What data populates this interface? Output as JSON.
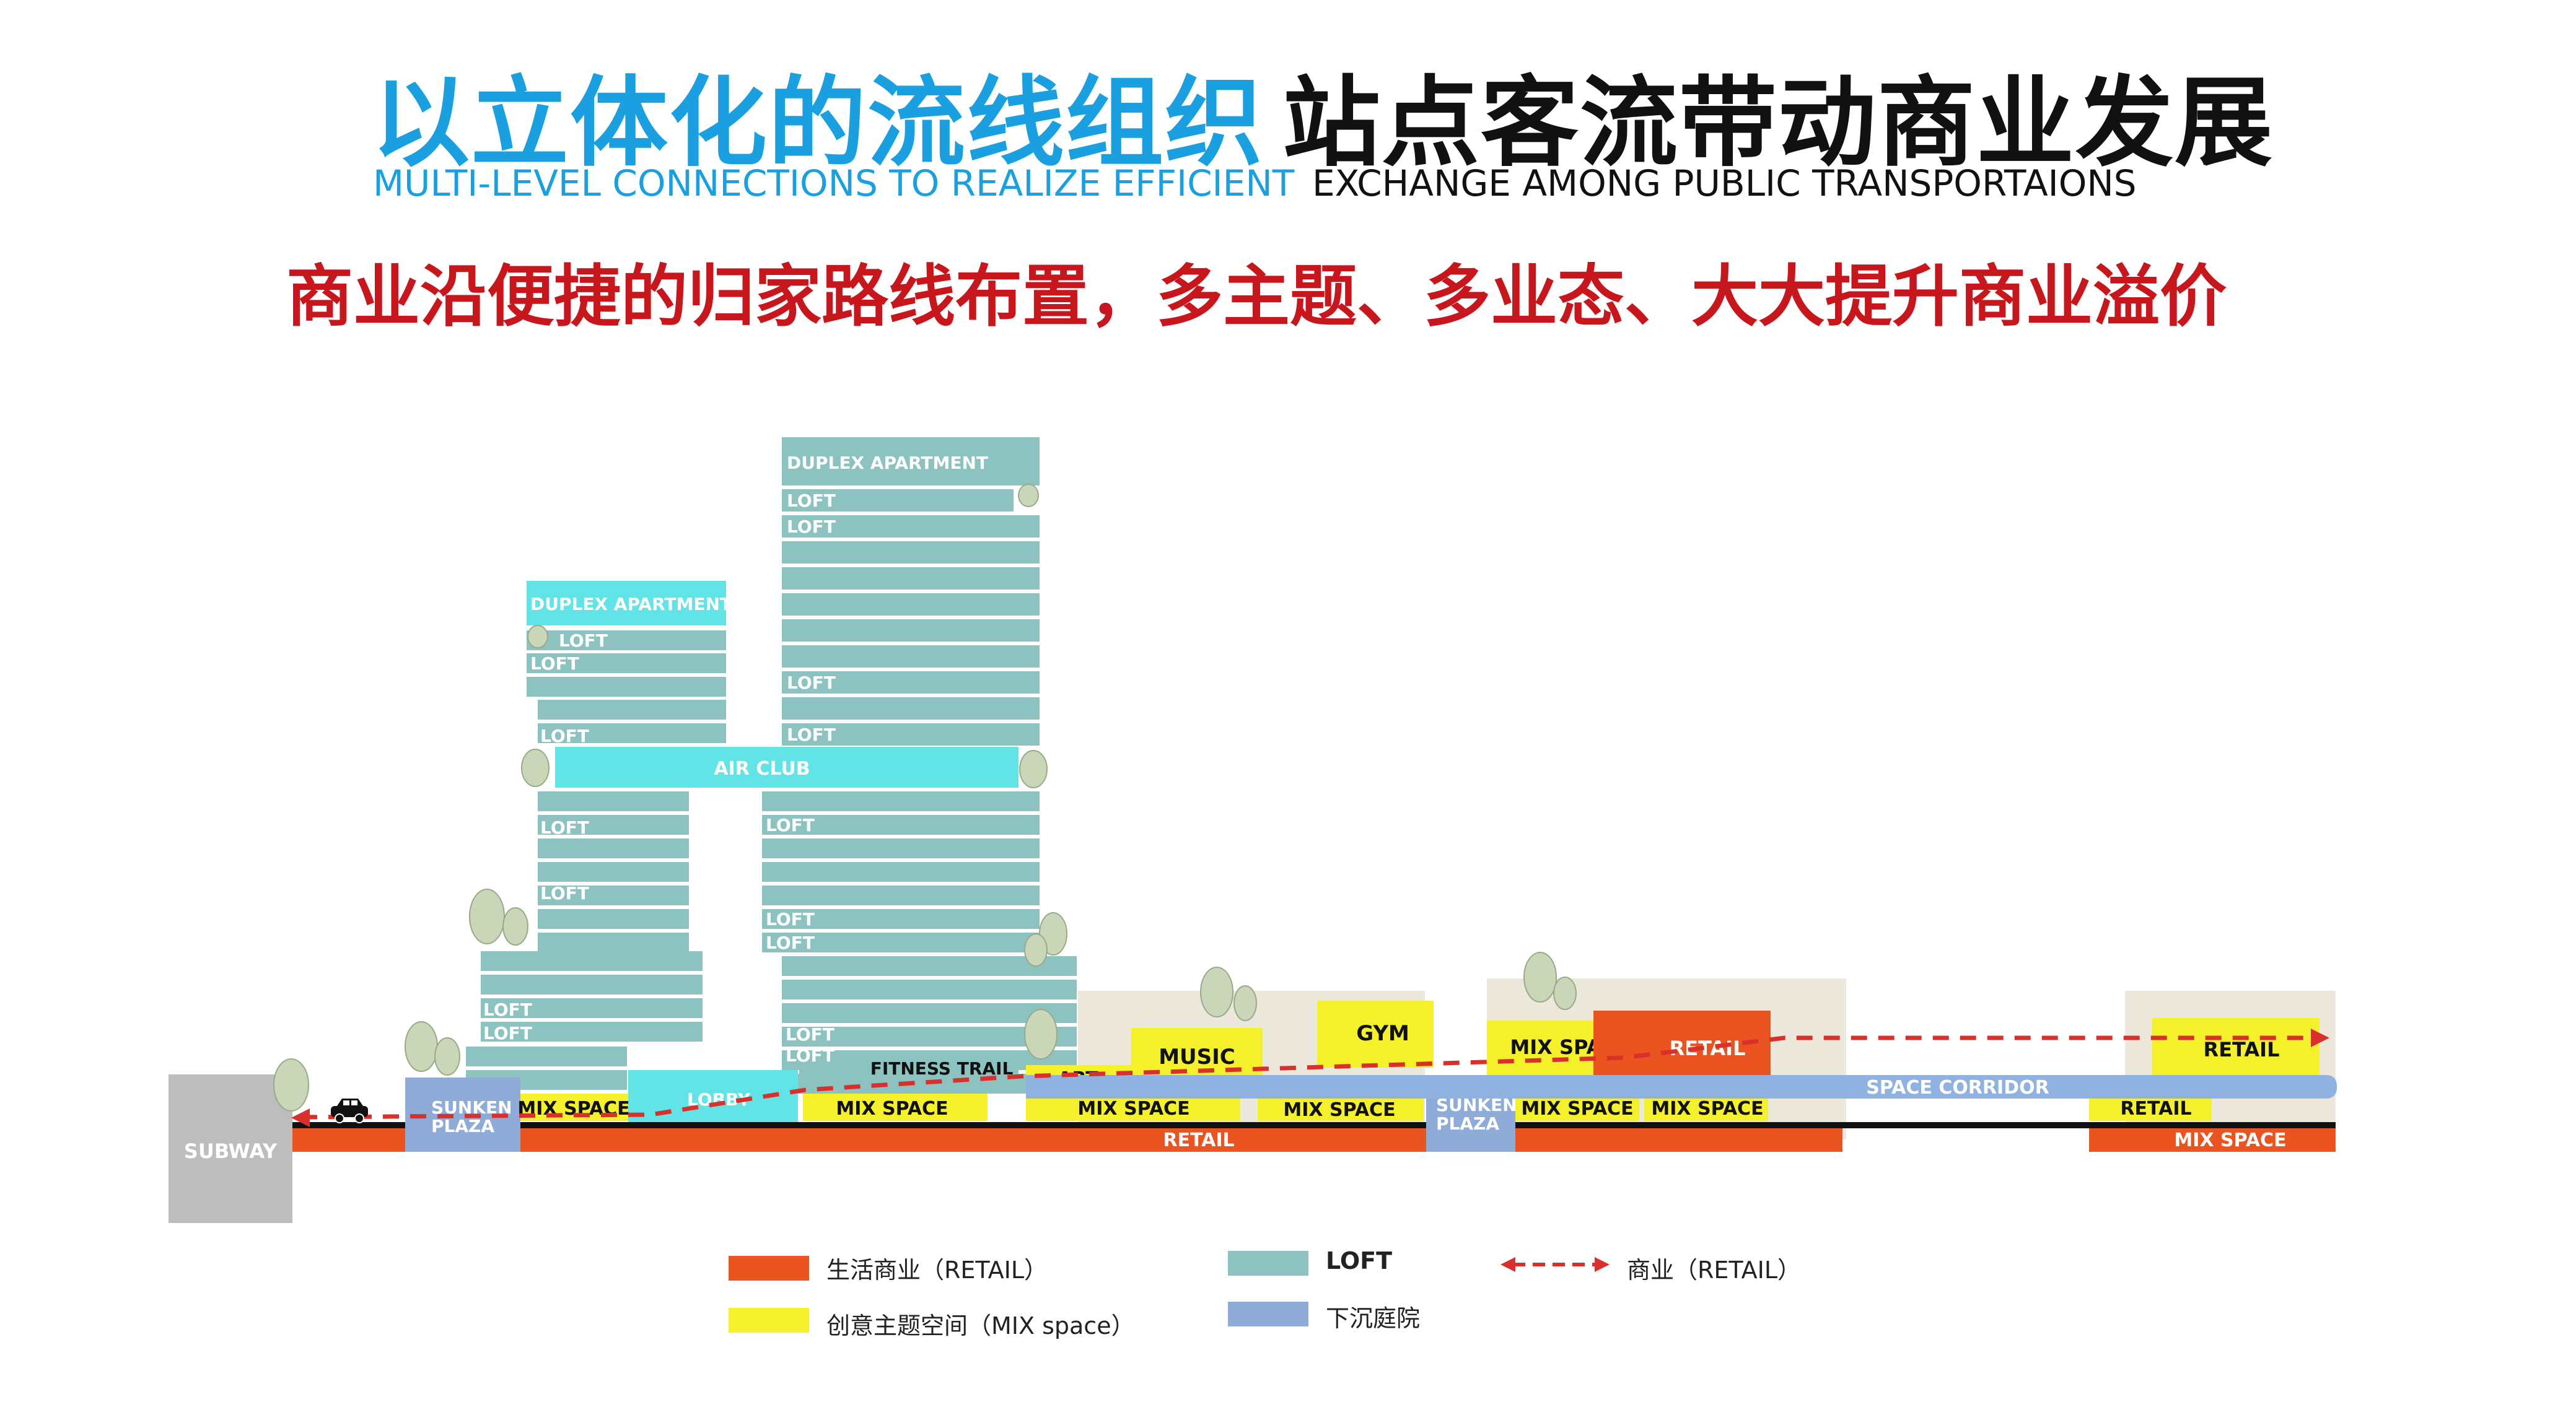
{
  "header": {
    "title_left": "以立体化的流线组织",
    "title_right": "站点客流带动商业发展",
    "subtitle_left": "MULTI-LEVEL CONNECTIONS TO REALIZE EFFICIENT",
    "subtitle_right": "EXCHANGE AMONG PUBLIC TRANSPORTAIONS",
    "tagline": "商业沿便捷的归家路线布置，多主题、多业态、大大提升商业溢价"
  },
  "colors": {
    "title_blue": "#1aa0e0",
    "tagline_red": "#c8161d",
    "retail": "#e95420",
    "mix": "#f4f12a",
    "loft": "#8cc3c0",
    "air_club": "#62e3e6",
    "sunken": "#8fabd8",
    "corridor": "#8fb2e0",
    "subway": "#bdbdbd",
    "background_block": "#ece8dc"
  },
  "diagram": {
    "subway": "SUBWAY",
    "duplex": "DUPLEX APARTMENT",
    "loft": "LOFT",
    "air_club": "AIR CLUB",
    "lobby": "LOBBY",
    "sunken_top": "SUNKEN",
    "sunken_bottom": "PLAZA",
    "mix_space": "MIX SPACE",
    "retail": "RETAIL",
    "fitness_trail": "FITNESS TRAIL",
    "art": "ART",
    "music": "MUSIC",
    "gym": "GYM",
    "space_corridor": "SPACE CORRIDOR"
  },
  "legend": {
    "retail": "生活商业（RETAIL）",
    "mix": "创意主题空间（MIX space）",
    "loft": "LOFT",
    "sunken": "下沉庭院",
    "route": "商业（RETAIL）"
  }
}
